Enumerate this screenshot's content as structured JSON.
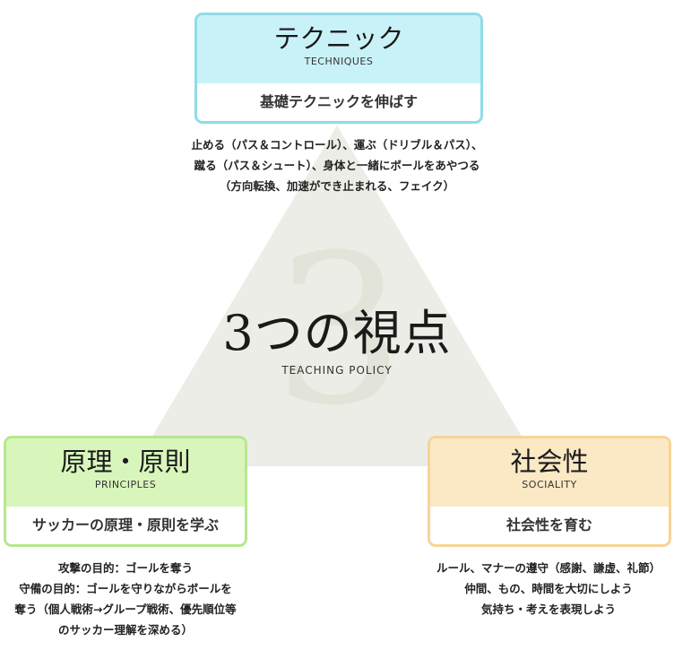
{
  "center": {
    "number": "3",
    "title": "3つの視点",
    "subtitle": "TEACHING POLICY"
  },
  "colors": {
    "triangle": "#ecede6",
    "techniques_border": "#8fdce8",
    "techniques_fill": "#c9f2f8",
    "principles_border": "#b8e68e",
    "principles_fill": "#d8f6bc",
    "sociality_border": "#f7d498",
    "sociality_fill": "#fbe8c4"
  },
  "techniques": {
    "title": "テクニック",
    "en": "TECHNIQUES",
    "tagline": "基礎テクニックを伸ばす",
    "lines": [
      "止める（パス＆コントロール）、運ぶ（ドリブル＆パス）、",
      "蹴る（パス＆シュート）、身体と一緒にボールをあやつる",
      "（方向転換、加速ができ止まれる、フェイク）"
    ]
  },
  "principles": {
    "title": "原理・原則",
    "en": "PRINCIPLES",
    "tagline": "サッカーの原理・原則を学ぶ",
    "lines": [
      "攻撃の目的：ゴールを奪う",
      "守備の目的：ゴールを守りながらボールを",
      "奪う（個人戦術→グループ戦術、優先順位等",
      "のサッカー理解を深める）"
    ]
  },
  "sociality": {
    "title": "社会性",
    "en": "SOCIALITY",
    "tagline": "社会性を育む",
    "lines": [
      "ルール、マナーの遵守（感謝、謙虚、礼節）",
      "仲間、もの、時間を大切にしよう",
      "気持ち・考えを表現しよう"
    ]
  }
}
